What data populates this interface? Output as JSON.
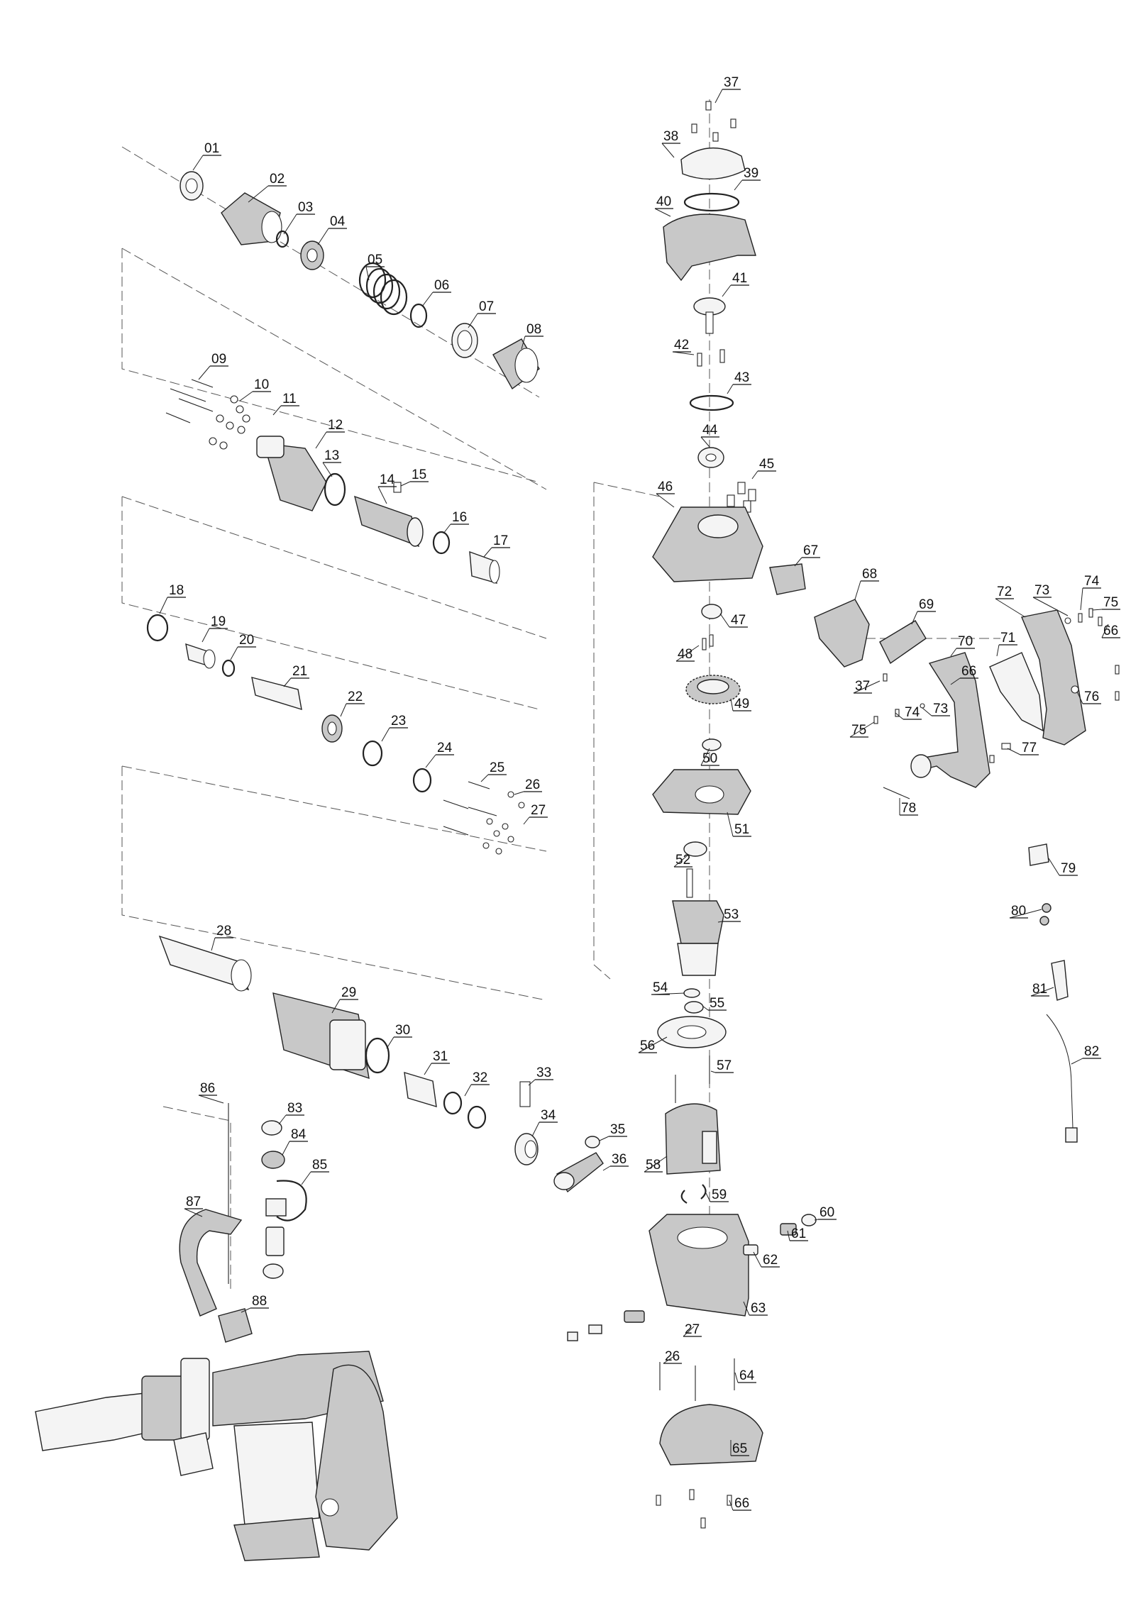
{
  "diagram": {
    "part_numbers": [
      "01",
      "02",
      "03",
      "04",
      "05",
      "06",
      "07",
      "08",
      "09",
      "10",
      "11",
      "12",
      "13",
      "14",
      "15",
      "16",
      "17",
      "18",
      "19",
      "20",
      "21",
      "22",
      "23",
      "24",
      "25",
      "26",
      "27",
      "28",
      "29",
      "30",
      "31",
      "32",
      "33",
      "34",
      "35",
      "36",
      "37",
      "38",
      "39",
      "40",
      "41",
      "42",
      "43",
      "44",
      "45",
      "46",
      "47",
      "48",
      "49",
      "50",
      "51",
      "52",
      "53",
      "54",
      "55",
      "56",
      "57",
      "58",
      "59",
      "60",
      "61",
      "62",
      "63",
      "64",
      "65",
      "66",
      "67",
      "68",
      "69",
      "70",
      "71",
      "72",
      "73",
      "74",
      "75",
      "76",
      "77",
      "78",
      "79",
      "80",
      "81",
      "82",
      "83",
      "84",
      "85",
      "86",
      "87",
      "88"
    ],
    "repeated_callouts": [
      "27",
      "26",
      "66",
      "37",
      "73",
      "74",
      "75",
      "66"
    ]
  }
}
